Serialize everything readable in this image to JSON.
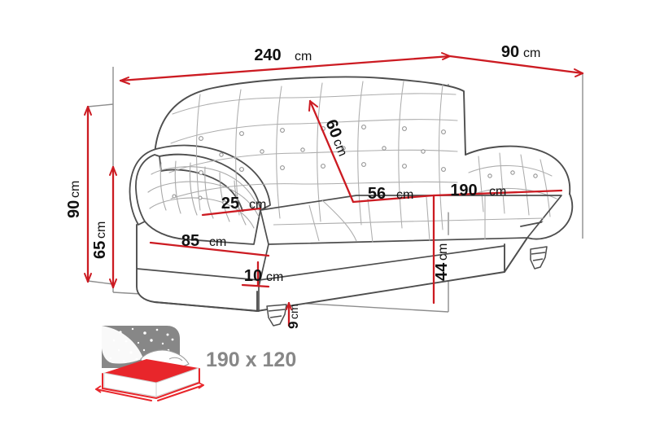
{
  "drawing": {
    "title": "Sofa bed technical dimension drawing",
    "product_type": "Chesterfield sofa bed",
    "units": "cm",
    "colors": {
      "dimension_line": "#cc1b22",
      "outline": "#4b4b4b",
      "detail_line": "#9a9a9a",
      "background": "#ffffff",
      "label_text": "#111111",
      "bed_label_text": "#878787",
      "bed_icon_sky": "#878787",
      "bed_icon_mattress": "#e8262b",
      "bed_icon_white": "#ffffff"
    }
  },
  "dimensions": {
    "overall_width": {
      "value": "240",
      "unit": "cm",
      "name": "overall-width"
    },
    "overall_depth": {
      "value": "90",
      "unit": "cm",
      "name": "overall-depth"
    },
    "overall_height": {
      "value": "90",
      "unit": "cm",
      "name": "overall-height"
    },
    "back_height": {
      "value": "65",
      "unit": "cm",
      "name": "backrest-height"
    },
    "backrest_diagonal": {
      "value": "60",
      "unit": "cm",
      "name": "backrest-diagonal"
    },
    "seat_depth": {
      "value": "56",
      "unit": "cm",
      "name": "seat-depth"
    },
    "seat_width": {
      "value": "190",
      "unit": "cm",
      "name": "seat-width"
    },
    "armrest_width": {
      "value": "25",
      "unit": "cm",
      "name": "armrest-width"
    },
    "armrest_length": {
      "value": "85",
      "unit": "cm",
      "name": "armrest-length"
    },
    "base_front": {
      "value": "10",
      "unit": "cm",
      "name": "base-front-height"
    },
    "seat_height": {
      "value": "44",
      "unit": "cm",
      "name": "seat-height"
    },
    "leg_height": {
      "value": "9",
      "unit": "cm",
      "name": "leg-height"
    }
  },
  "bed_icon": {
    "sleeping_area_label": "190 x 120",
    "icon_name": "sofa-bed-sleeping-area-icon",
    "description": "night sky with stars, pillow and red mattress"
  }
}
